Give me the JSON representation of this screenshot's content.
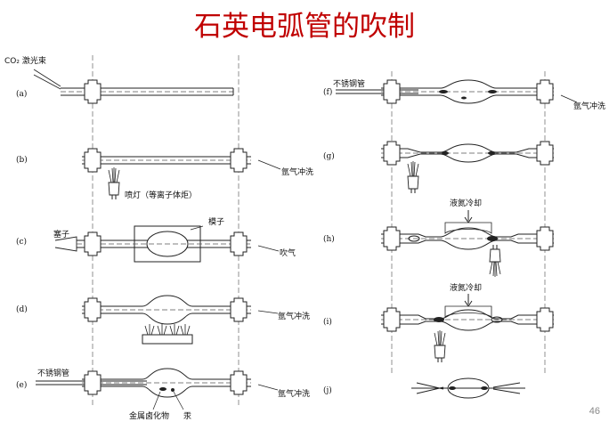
{
  "slide": {
    "title": "石英电弧管的吹制",
    "page_number": "46"
  },
  "steps": [
    {
      "id": "a",
      "tag": "(a)",
      "notes": [
        "CO₂ 激光束"
      ]
    },
    {
      "id": "b",
      "tag": "(b)",
      "notes": [
        "氩气冲洗",
        "喷灯（等离子体炬）"
      ]
    },
    {
      "id": "c",
      "tag": "(c)",
      "notes": [
        "塞子",
        "模子",
        "吹气"
      ]
    },
    {
      "id": "d",
      "tag": "(d)",
      "notes": [
        "氩气冲洗"
      ]
    },
    {
      "id": "e",
      "tag": "(e)",
      "notes": [
        "不锈钢管",
        "氩气冲洗",
        "金属卤化物",
        "汞"
      ]
    },
    {
      "id": "f",
      "tag": "(f)",
      "notes": [
        "不锈钢管",
        "氩气冲洗"
      ]
    },
    {
      "id": "g",
      "tag": "(g)",
      "notes": []
    },
    {
      "id": "h",
      "tag": "(h)",
      "notes": [
        "液氮冷却"
      ]
    },
    {
      "id": "i",
      "tag": "(i)",
      "notes": [
        "液氮冷却"
      ]
    },
    {
      "id": "j",
      "tag": "(j)",
      "notes": []
    }
  ]
}
